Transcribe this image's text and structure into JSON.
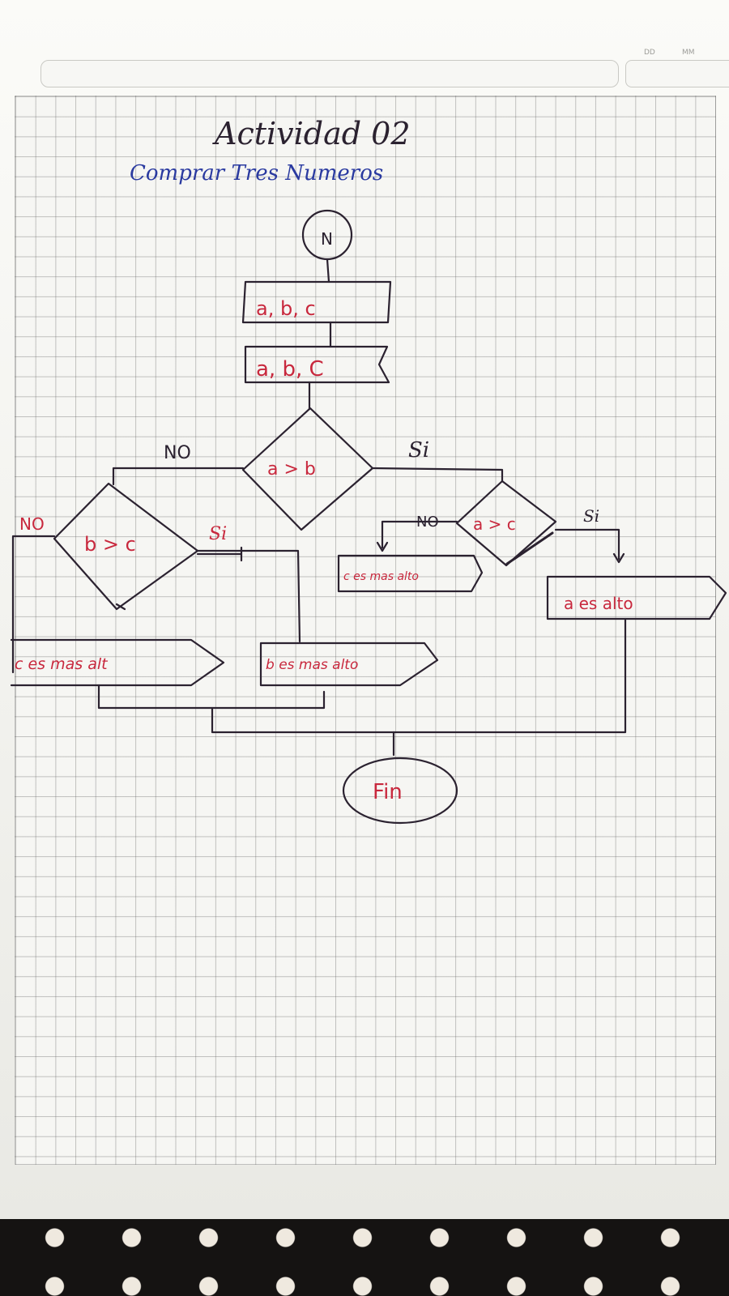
{
  "page": {
    "title": "Actividad 02",
    "subtitle": "Comprar Tres Numeros",
    "date_fields": [
      "DD",
      "MM"
    ]
  },
  "flowchart": {
    "start": "N",
    "input_1": "a, b, c",
    "input_2": "a, b, C",
    "decision_main": "a > b",
    "decision_left": "b > c",
    "decision_right": "a > c",
    "labels": {
      "main_no": "NO",
      "main_si": "Si",
      "left_no": "NO",
      "left_si": "Si",
      "right_no": "NO",
      "right_si": "Si"
    },
    "output_c_left": "c es mas alt",
    "output_b": "b es mas alto",
    "output_c_right": "c es mas alto",
    "output_a": "a es alto",
    "end": "Fin"
  },
  "colors": {
    "ink": "#2b2230",
    "red_ink": "#c8283d",
    "blue_ink": "#2a3aa0"
  }
}
